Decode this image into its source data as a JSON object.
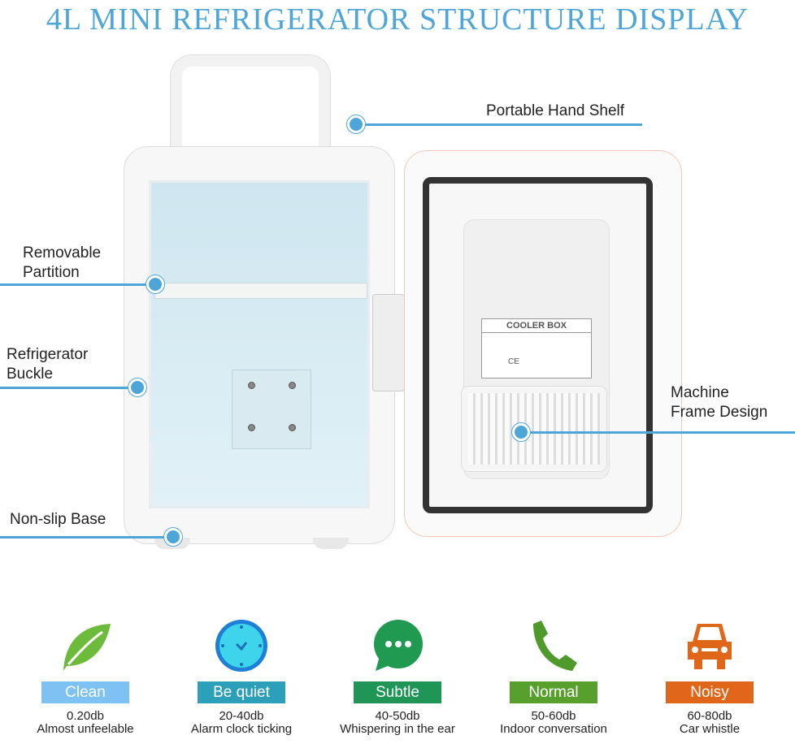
{
  "title": "4L MINI REFRIGERATOR STRUCTURE DISPLAY",
  "callouts": {
    "handle": "Portable Hand Shelf",
    "partition_1": "Removable",
    "partition_2": "Partition",
    "buckle_1": "Refrigerator",
    "buckle_2": "Buckle",
    "base": "Non-slip Base",
    "frame_1": "Machine",
    "frame_2": "Frame Design"
  },
  "label_plate": {
    "heading": "COOLER BOX",
    "mark": "CE"
  },
  "features": [
    {
      "icon": "leaf-icon",
      "label": "Clean",
      "db": "0.20db",
      "desc": "Almost unfeelable",
      "color": "#7dc2f2"
    },
    {
      "icon": "clock-icon",
      "label": "Be quiet",
      "db": "20-40db",
      "desc": "Alarm clock ticking",
      "color": "#2c9fb9"
    },
    {
      "icon": "chat-bubble-icon",
      "label": "Subtle",
      "db": "40-50db",
      "desc": "Whispering in the ear",
      "color": "#1f9656"
    },
    {
      "icon": "phone-icon",
      "label": "Normal",
      "db": "50-60db",
      "desc": "Indoor conversation",
      "color": "#56a02b"
    },
    {
      "icon": "car-icon",
      "label": "Noisy",
      "db": "60-80db",
      "desc": "Car whistle",
      "color": "#e0671a"
    }
  ],
  "accent": "#4ea6d8"
}
